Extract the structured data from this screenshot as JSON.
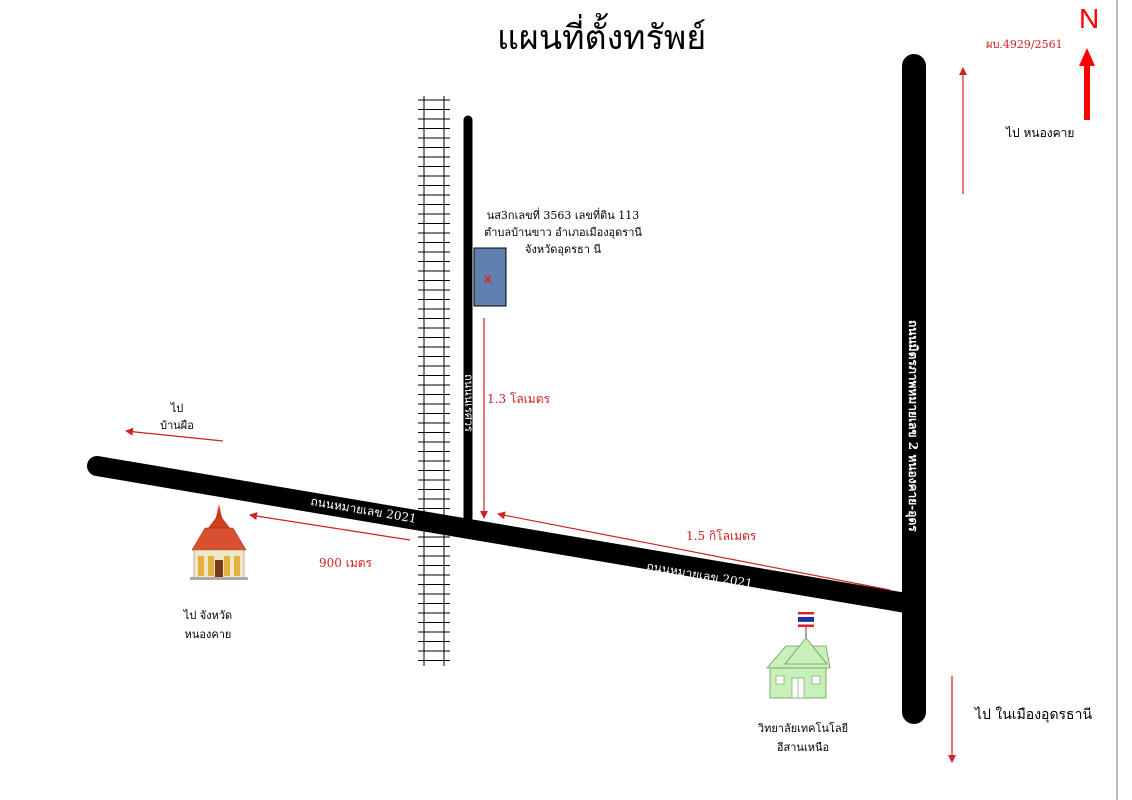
{
  "title": "แผนที่ตั้งทรัพย์",
  "north_label": "N",
  "reference_code": "ผบ.4929/2561",
  "to_nong_khai_north": "ไป หนองคาย",
  "property": {
    "line1": "นส3กเลขที่ 3563 เลขที่ดิน 113",
    "line2": "ตำบลบ้านขาว อำเภอเมืองอุดรานี",
    "line3": "จังหวัดอุดรธา นี",
    "marker": "x",
    "fill_color": "#6080b0",
    "marker_color": "#e02020"
  },
  "roads": {
    "side_road_label": "ถนนนเรศวร",
    "main_road_label_1": "ถนนหมายเลข 2021",
    "main_road_label_2": "ถนนหมายเลข 2021",
    "highway_label": "ถนนมิตรภาพหมายเลข 2 หนองคาย-อุดร"
  },
  "distances": {
    "d_1_3_km": "1.3 โลเมตร",
    "d_1_5_km": "1.5 กิโลเมตร",
    "d_900_m": "900 เมตร"
  },
  "directions": {
    "to_ban_phue_line1": "ไป",
    "to_ban_phue_line2": "บ้านผือ",
    "to_nong_khai_prov_line1": "ไป จังหวัด",
    "to_nong_khai_prov_line2": "หนองคาย",
    "to_udon_city": "ไป ในเมืองอุดรธานี"
  },
  "landmarks": {
    "college_line1": "วิทยาลัยเทคโนโลยี",
    "college_line2": "อีสานเหนือ"
  },
  "colors": {
    "road": "#000000",
    "arrow": "#d02020",
    "north_arrow": "#ff0000",
    "college_building": "#c8f0b8",
    "temple_roof": "#d04020",
    "temple_gold": "#e0b040"
  },
  "icons": [
    "temple-icon",
    "college-building-icon",
    "thai-flag-icon",
    "north-arrow-icon",
    "railway-track"
  ]
}
